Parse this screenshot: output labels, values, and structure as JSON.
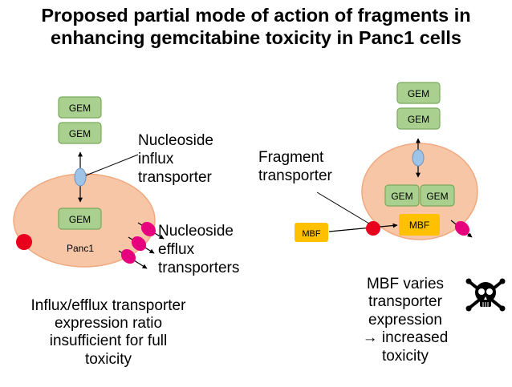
{
  "title": {
    "line1": "Proposed partial mode of action of fragments in",
    "line2": "enhancing gemcitabine toxicity in Panc1 cells"
  },
  "left": {
    "gem_labels": [
      "GEM",
      "GEM"
    ],
    "gem_inside": "GEM",
    "cell_label": "Panc1",
    "influx_label": [
      "Nucleoside",
      "influx",
      "transporter"
    ],
    "efflux_label": [
      "Nucleoside",
      "efflux",
      "transporters"
    ],
    "caption": [
      "Influx/efflux transporter",
      "expression ratio",
      "insufficient for full",
      "toxicity"
    ]
  },
  "right": {
    "gem_labels": [
      "GEM",
      "GEM"
    ],
    "gem_inside": [
      "GEM",
      "GEM"
    ],
    "mbf_inside": "MBF",
    "mbf_outside": "MBF",
    "fragment_label": [
      "Fragment",
      "transporter"
    ],
    "caption": [
      "MBF varies",
      "transporter",
      "expression",
      "→ increased",
      "toxicity"
    ],
    "skull_icon": "skull-crossbones-icon"
  },
  "colors": {
    "cell_fill": "#f7c6a6",
    "cell_stroke": "#f0a97f",
    "gem_fill": "#a9d08e",
    "gem_stroke": "#7aaa5b",
    "influx_fill": "#9dc3e6",
    "efflux_fill": "#e6007e",
    "red_transporter": "#e8001c",
    "mbf_fill": "#ffc000"
  }
}
